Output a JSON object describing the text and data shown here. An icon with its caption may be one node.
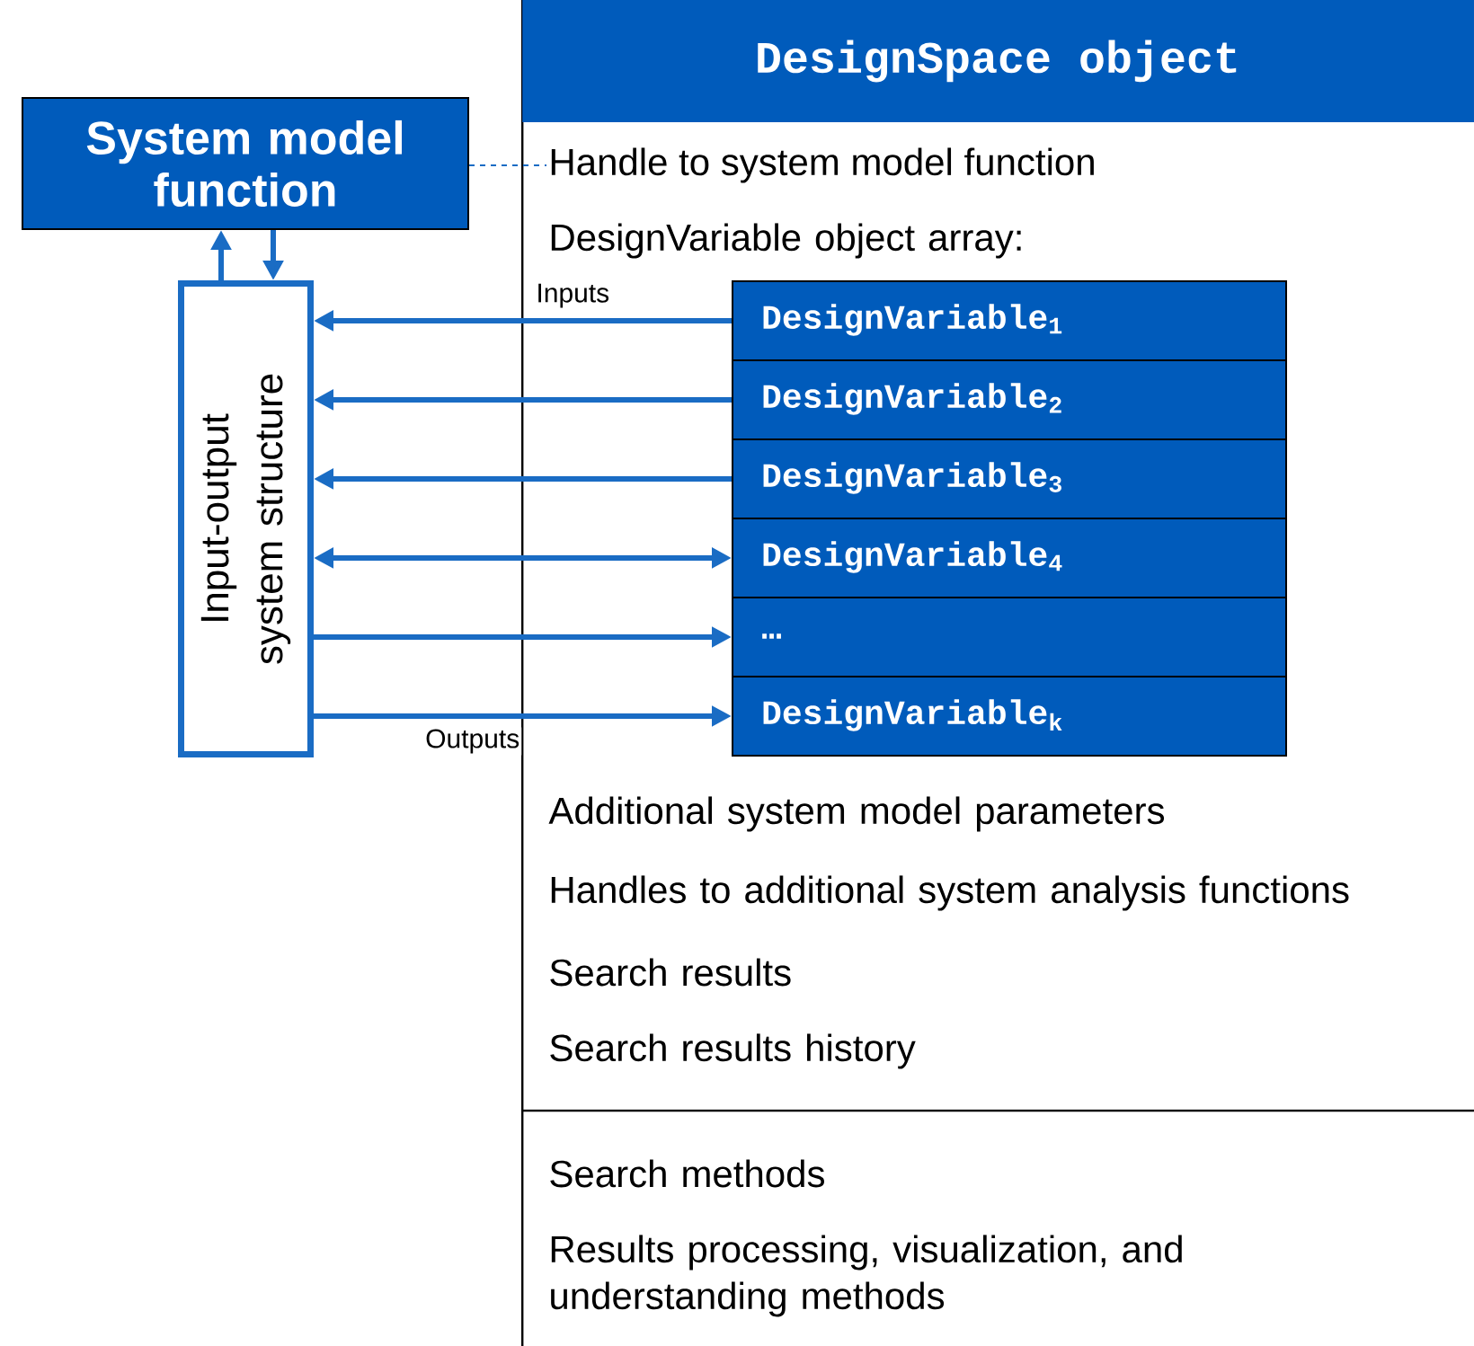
{
  "diagram": {
    "nodes": [
      {
        "text": [
          "System model function"
        ]
      },
      {
        "text": [
          "Input-output system structure"
        ]
      },
      {
        "text": [
          "DesignSpace object"
        ]
      },
      {
        "text": [
          "Handle to system model function"
        ],
        "in": 2
      },
      {
        "text": [
          "DesignVariable$_{1}$"
        ],
        "in": 2
      },
      {
        "text": [
          "DesignVariable$_{2}$"
        ],
        "in": 2
      },
      {
        "text": [
          "DesignVariable$_{3}$"
        ],
        "in": 2
      },
      {
        "text": [
          "DesignVariable$_{4}$"
        ],
        "in": 2
      },
      {
        "text": [
          "…"
        ],
        "in": 2
      },
      {
        "text": [
          "DesignVariable$_{k}$"
        ],
        "in": 2
      }
    ],
    "edges": [
      {
        "from": 0,
        "to": 3,
        "arrow": "none",
        "style": "dashed"
      },
      {
        "from": 1,
        "to": 0,
        "arrow": "to"
      },
      {
        "from": 0,
        "to": 1,
        "arrow": "to"
      },
      {
        "from": 4,
        "to": 1,
        "arrow": "to",
        "label": "Inputs"
      },
      {
        "from": 5,
        "to": 1,
        "arrow": "to"
      },
      {
        "from": 6,
        "to": 1,
        "arrow": "to"
      },
      {
        "from": 1,
        "to": 7,
        "arrow": "both"
      },
      {
        "from": 1,
        "to": 8,
        "arrow": "to"
      },
      {
        "from": 1,
        "to": 9,
        "arrow": "to",
        "label": "Outputs"
      }
    ],
    "labels": [
      "DesignVariable object array:",
      "Additional system model parameters",
      "Handles to additional system analysis functions",
      "Search results",
      "Search results history",
      "Search methods",
      "Results processing, visualization, and understanding methods"
    ]
  }
}
